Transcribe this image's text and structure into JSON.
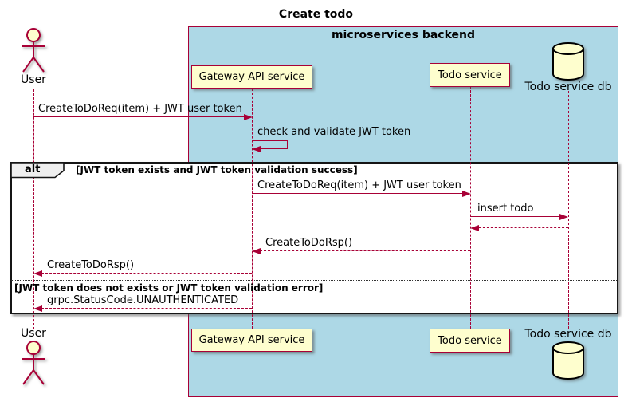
{
  "title": "Create todo",
  "colors": {
    "accent": "#A80036",
    "participant_fill": "#FEFECE",
    "backend_box_fill": "#ADD8E6",
    "frame_border": "#151515",
    "operator_badge_fill": "#EEEEEE",
    "text": "#000000"
  },
  "backend_box": {
    "label": "microservices backend"
  },
  "participants": [
    {
      "id": "user",
      "type": "actor",
      "label": "User"
    },
    {
      "id": "gateway",
      "type": "participant",
      "label": "Gateway API service"
    },
    {
      "id": "todo",
      "type": "participant",
      "label": "Todo service"
    },
    {
      "id": "db",
      "type": "database",
      "label": "Todo service db"
    }
  ],
  "alt_frame": {
    "operator": "alt",
    "guard_success": "[JWT token exists and JWT token validation success]",
    "guard_error": "[JWT token does not exists or JWT token validation error]"
  },
  "messages": [
    {
      "from": "user",
      "to": "gateway",
      "style": "solid",
      "label": "CreateToDoReq(item) + JWT user token"
    },
    {
      "from": "gateway",
      "to": "gateway",
      "style": "self",
      "label": "check and validate JWT token"
    },
    {
      "from": "gateway",
      "to": "todo",
      "style": "solid",
      "label": "CreateToDoReq(item) + JWT user token"
    },
    {
      "from": "todo",
      "to": "db",
      "style": "solid",
      "label": "insert todo"
    },
    {
      "from": "db",
      "to": "todo",
      "style": "dashed",
      "label": ""
    },
    {
      "from": "todo",
      "to": "gateway",
      "style": "dashed",
      "label": "CreateToDoRsp()"
    },
    {
      "from": "gateway",
      "to": "user",
      "style": "dashed",
      "label": "CreateToDoRsp()"
    },
    {
      "from": "gateway",
      "to": "user",
      "style": "dashed",
      "label": "grpc.StatusCode.UNAUTHENTICATED"
    }
  ]
}
